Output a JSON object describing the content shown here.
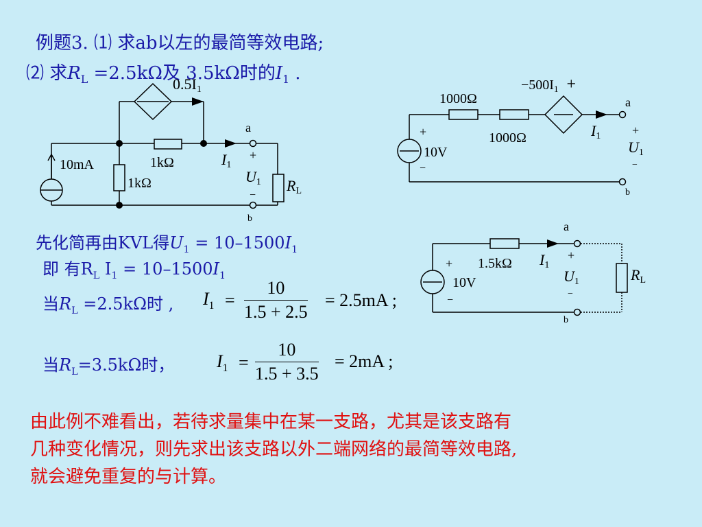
{
  "header": {
    "line1": "例题3. ⑴ 求ab以左的最简等效电路;",
    "line2_prefix": "⑵ 求",
    "line2_var": "R",
    "line2_sub": "L",
    "line2_mid": " =2.5kΩ及 3.5kΩ时的",
    "line2_var2": "I",
    "line2_sub2": "1",
    "line2_end": " ."
  },
  "circuit1": {
    "source_label": "10mA",
    "dep_source": "0.5I",
    "dep_source_sub": "1",
    "r_series": "1kΩ",
    "r_shunt": "1kΩ",
    "node_a": "a",
    "node_b": "b",
    "current": "I",
    "current_sub": "1",
    "voltage": "U",
    "voltage_sub": "1",
    "plus": "+",
    "minus": "−",
    "load": "R",
    "load_sub": "L"
  },
  "circuit2": {
    "dep_source": "−500I",
    "dep_source_sub": "1",
    "dep_plus": "+",
    "r1": "1000Ω",
    "r2": "1000Ω",
    "source_v": "10V",
    "plus": "+",
    "minus": "−",
    "node_a": "a",
    "node_b": "b",
    "current": "I",
    "current_sub": "1",
    "voltage": "U",
    "voltage_sub": "1"
  },
  "circuit3": {
    "node_a": "a",
    "node_b": "b",
    "r": "1.5kΩ",
    "source_v": "10V",
    "plus": "+",
    "minus": "−",
    "current": "I",
    "current_sub": "1",
    "voltage": "U",
    "voltage_sub": "1",
    "load": "R",
    "load_sub": "L"
  },
  "work": {
    "kvl_prefix": "先化简再由KVL得",
    "kvl_eq": " = 10–1500",
    "ji_prefix": "即 有R",
    "ji_mid": "  I",
    "ji_eq": " = 10–1500",
    "case1_prefix": "当",
    "case1_val": " =2.5kΩ时 ,",
    "case1_num": "10",
    "case1_den": "1.5 + 2.5",
    "case1_result": "= 2.5mA ;",
    "case2_prefix": "当",
    "case2_val": "=3.5kΩ时，",
    "case2_num": "10",
    "case2_den": "1.5 + 3.5",
    "case2_result": "= 2mA ;",
    "eq_sign": "="
  },
  "conclusion": {
    "line1": "由此例不难看出，若待求量集中在某一支路，尤其是该支路有",
    "line2": "几种变化情况，则先求出该支路以外二端网络的最简等效电路,",
    "line3": "就会避免重复的与计算。"
  }
}
